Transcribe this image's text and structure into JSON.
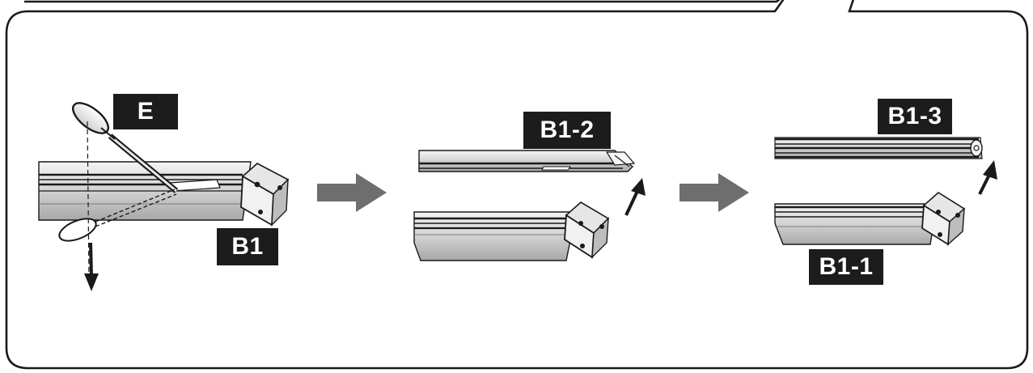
{
  "labels": {
    "e": "E",
    "b1": "B1",
    "b1_2": "B1-2",
    "b1_3": "B1-3",
    "b1_1": "B1-1"
  },
  "colors": {
    "outline": "#1a1a1a",
    "label_bg": "#1c1c1c",
    "label_text": "#ffffff",
    "arrow_gray": "#6e6e6e",
    "metal_light": "#f2f2f2",
    "metal_mid": "#c9c9c9",
    "metal_dark": "#9a9a9a"
  },
  "icons": {
    "step_arrow": "right-arrow-icon",
    "pull_direction": "down-arrow-icon",
    "lift_direction": "up-arrow-icon",
    "tool": "screwdriver-icon"
  }
}
